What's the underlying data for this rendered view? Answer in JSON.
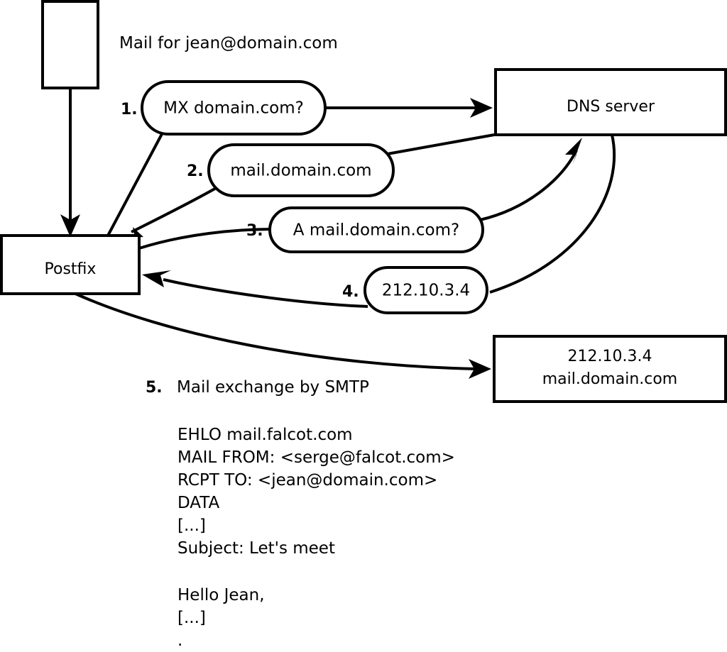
{
  "diagram": {
    "title_note": "Mail for jean@domain.com",
    "nodes": {
      "sender_box": {
        "label": ""
      },
      "postfix_box": {
        "label": "Postfix"
      },
      "dns_box": {
        "label": "DNS server"
      },
      "target_box": {
        "line1": "212.10.3.4",
        "line2": "mail.domain.com"
      }
    },
    "steps": [
      {
        "num": "1.",
        "text": "MX domain.com?"
      },
      {
        "num": "2.",
        "text": "mail.domain.com"
      },
      {
        "num": "3.",
        "text": "A mail.domain.com?"
      },
      {
        "num": "4.",
        "text": "212.10.3.4"
      }
    ],
    "step5": {
      "num": "5.",
      "text": "Mail exchange by SMTP"
    },
    "smtp_transcript": [
      "EHLO mail.falcot.com",
      "MAIL FROM: <serge@falcot.com>",
      "RCPT TO: <jean@domain.com>",
      "DATA",
      "[...]",
      "Subject: Let's meet",
      "",
      "Hello Jean,",
      "[...]",
      "."
    ],
    "colors": {
      "stroke": "#000000",
      "fill": "#ffffff",
      "background": "#ffffff"
    }
  }
}
